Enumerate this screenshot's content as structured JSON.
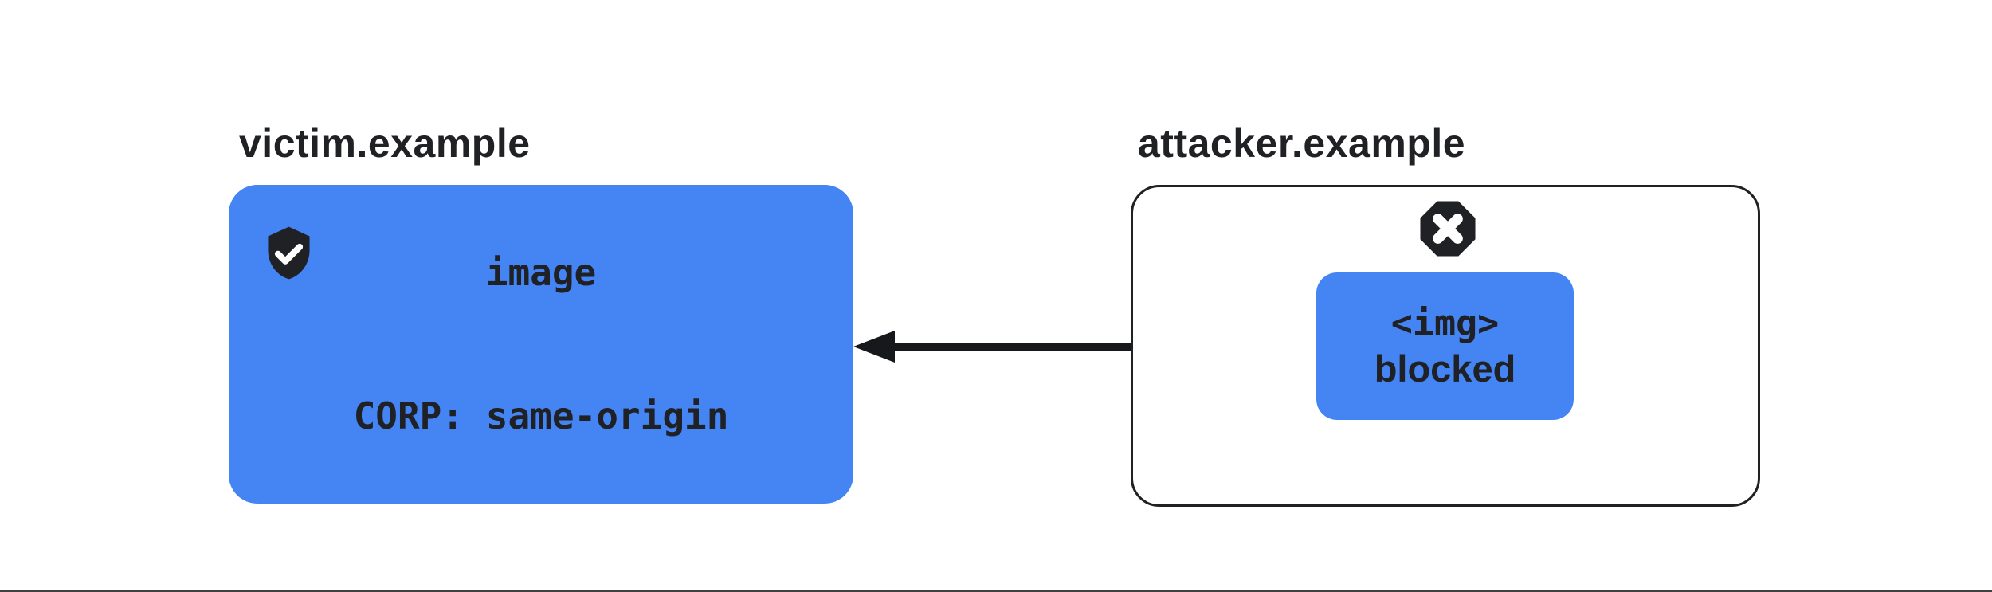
{
  "colors": {
    "resource_blue": "#4484F3",
    "ink_dark": "#202124",
    "arrow_black": "#17181B",
    "bottom_rule_gray": "#3E4043",
    "check_white": "#FFFFFF",
    "canvas_white": "#FFFFFF"
  },
  "victim": {
    "label": "victim.example",
    "resource_line1": "image",
    "resource_line2": "CORP: same-origin",
    "status_icon": "shield-check-icon"
  },
  "attacker": {
    "label": "attacker.example",
    "request_line1": "<img>",
    "request_line2": "blocked",
    "status_icon": "blocked-octagon-icon"
  },
  "arrow": {
    "direction": "attacker-to-victim"
  }
}
